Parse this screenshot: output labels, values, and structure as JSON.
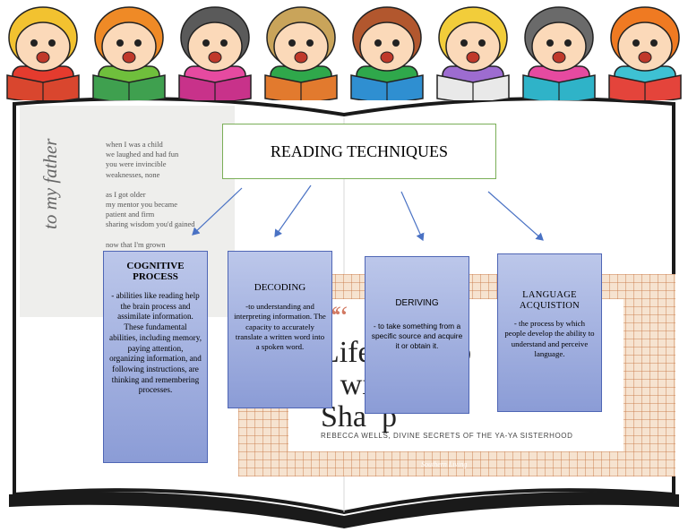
{
  "diagram": {
    "title": "READING TECHNIQUES",
    "nodes": [
      {
        "id": "cognitive",
        "heading": "COGNITIVE PROCESS",
        "text": "- abilities like reading help the brain process and assimilate information. These fundamental abilities, including memory, paying attention, organizing information, and following instructions, are thinking and remembering processes."
      },
      {
        "id": "decoding",
        "heading": "DECODING",
        "text": "-to understanding and interpreting information.  The capacity to accurately translate a written word into a spoken word."
      },
      {
        "id": "deriving",
        "heading": "DERIVING",
        "text": "- to take something from a specific source and acquire it or obtain it."
      },
      {
        "id": "language",
        "heading": "LANGUAGE ACQUISTION",
        "text": "- the process by which people develop the ability to understand and perceive language."
      }
    ],
    "edges": [
      {
        "from": "title",
        "to": "cognitive"
      },
      {
        "from": "title",
        "to": "decoding"
      },
      {
        "from": "title",
        "to": "deriving"
      },
      {
        "from": "title",
        "to": "language"
      }
    ],
    "colors": {
      "node_fill_top": "#bcc7ea",
      "node_fill_bottom": "#8b9cd6",
      "node_border": "#4f66b5",
      "title_border": "#7aae57",
      "arrow": "#4a72c4"
    }
  },
  "background": {
    "poem": {
      "lines": [
        "when I was a child",
        "we laughed and had fun",
        "you were invincible",
        "weaknesses, none",
        "",
        "as I got older",
        "my mentor you became",
        "patient and firm",
        "sharing wisdom you'd gained",
        "",
        "now that I'm grown"
      ],
      "signature": "to my father"
    },
    "quote": {
      "mark": "““",
      "text": "Life        t, b\ns wi      is\nSha  p",
      "author": "REBECCA WELLS, DIVINE SECRETS OF THE YA-YA SISTERHOOD",
      "brand": "Southern Living"
    },
    "kids": [
      {
        "hair": "#f2c230",
        "shirt": "#e43b2e",
        "book": "#d9462e"
      },
      {
        "hair": "#ef8a26",
        "shirt": "#6fbf3c",
        "book": "#3fa04f"
      },
      {
        "hair": "#5a5a5a",
        "shirt": "#e64aa0",
        "book": "#c8328a"
      },
      {
        "hair": "#c9a45a",
        "shirt": "#2fa84b",
        "book": "#e27a2e"
      },
      {
        "hair": "#b2572e",
        "shirt": "#2fa84b",
        "book": "#2f8fd1"
      },
      {
        "hair": "#f2cd3a",
        "shirt": "#9d6cd0",
        "book": "#e9e9e9"
      },
      {
        "hair": "#6a6a6a",
        "shirt": "#e64aa0",
        "book": "#2fb3c8"
      },
      {
        "hair": "#ef7a22",
        "shirt": "#3ec1d3",
        "book": "#e4443b"
      }
    ]
  }
}
